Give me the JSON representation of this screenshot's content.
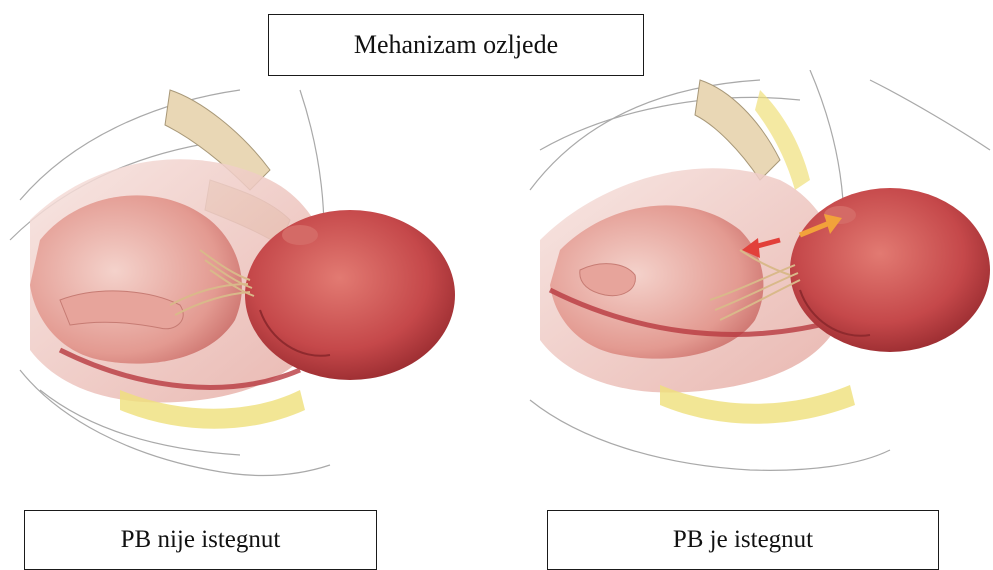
{
  "title": "Mehanizam ozljede",
  "left_panel": {
    "caption": "PB nije istegnut"
  },
  "right_panel": {
    "caption": "PB je istegnut"
  },
  "colors": {
    "skin_dark": "#b8363a",
    "skin_mid": "#d9706a",
    "skin_light": "#f1c7c0",
    "bone": "#e9d7b5",
    "fat": "#efe07a",
    "outline": "#9a9a9a",
    "arrow_red": "#e2403a",
    "arrow_orange": "#f2a23a",
    "nerve": "#d9b98a"
  }
}
